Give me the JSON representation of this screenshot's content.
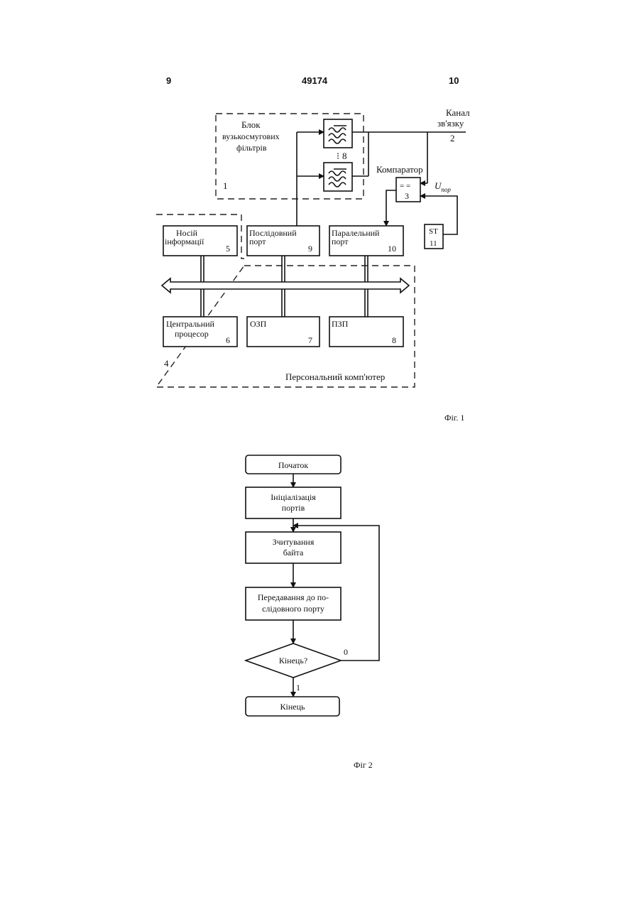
{
  "header": {
    "left": "9",
    "center": "49174",
    "right": "10"
  },
  "fig1": {
    "filter_block_title": [
      "Блок",
      "вузькосмугових",
      "фільтрів"
    ],
    "filter_block_num": "1",
    "filter_num": "8",
    "channel": [
      "Канал",
      "зв'язку"
    ],
    "channel_num": "2",
    "comparator_label": "Компаратор",
    "comparator_sym": "= =",
    "comparator_num": "3",
    "u_por": "U",
    "u_por_sub": "пор",
    "st_label": "ST",
    "st_num": "11",
    "storage": [
      "Носій",
      "інформації"
    ],
    "storage_num": "5",
    "serial_port": [
      "Послідовний",
      "порт"
    ],
    "serial_num": "9",
    "parallel_port": [
      "Паралельний",
      "порт"
    ],
    "parallel_num": "10",
    "cpu": [
      "Центральний",
      "процесор"
    ],
    "cpu_num": "6",
    "ram": "ОЗП",
    "ram_num": "7",
    "rom": "ПЗП",
    "rom_num": "8",
    "pc_num": "4",
    "pc_label": "Персональний комп'ютер",
    "caption": "Фіг. 1"
  },
  "fig2": {
    "start": "Початок",
    "init": [
      "Ініціалізація",
      "портів"
    ],
    "read": [
      "Зчитування",
      "байта"
    ],
    "transmit": [
      "Передавання до по-",
      "слідовного порту"
    ],
    "decision": "Кінець?",
    "no_label": "0",
    "yes_label": "1",
    "end": "Кінець",
    "caption": "Фіг 2"
  }
}
